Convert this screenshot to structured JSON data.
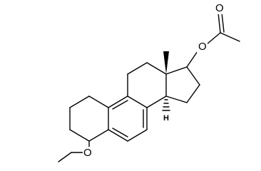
{
  "structure": {
    "atoms": {
      "methoxy_oxygen": "O",
      "ester_oxygen": "O",
      "carbonyl_oxygen": "O",
      "stereo_h": "H"
    },
    "bond_color": "#000000",
    "background": "#ffffff"
  }
}
